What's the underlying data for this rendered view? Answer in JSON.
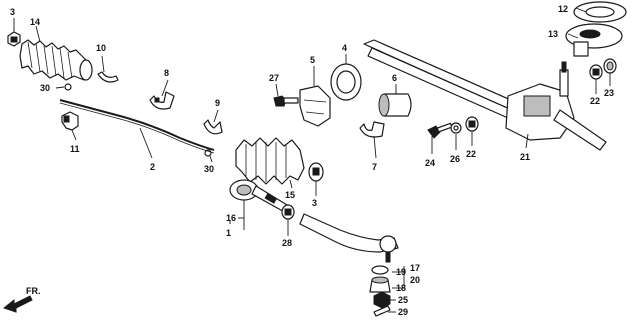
{
  "diagram": {
    "front_label": "FR.",
    "callouts": {
      "p1": "1",
      "p2": "2",
      "p3a": "3",
      "p3b": "3",
      "p4": "4",
      "p5": "5",
      "p6": "6",
      "p7": "7",
      "p8": "8",
      "p9": "9",
      "p10": "10",
      "p11": "11",
      "p12": "12",
      "p13": "13",
      "p14": "14",
      "p15": "15",
      "p16": "16",
      "p17": "17",
      "p18": "18",
      "p19": "19",
      "p20": "20",
      "p21": "21",
      "p22a": "22",
      "p22b": "22",
      "p23": "23",
      "p24": "24",
      "p25": "25",
      "p26": "26",
      "p27": "27",
      "p28": "28",
      "p29": "29",
      "p30a": "30",
      "p30b": "30"
    }
  }
}
